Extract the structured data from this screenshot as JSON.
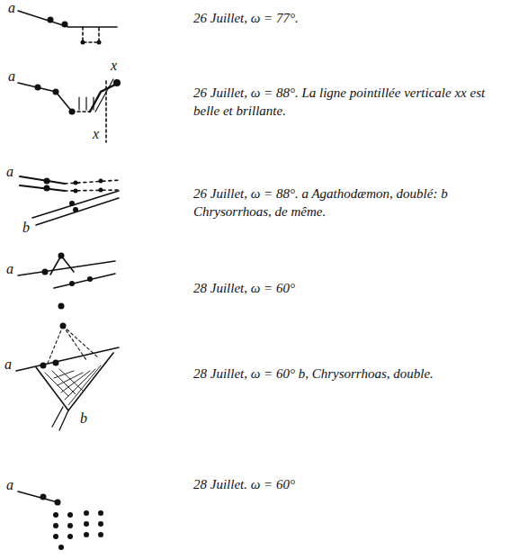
{
  "diagram": {
    "labels": [
      "a",
      "26 Juillet, ω = 77°.",
      "a",
      "x",
      "x",
      "26 Juillet, ω = 88°. La ligne pointillée verticale xx est belle et brillante.",
      "a",
      "b",
      "26 Juillet, ω = 88°. a Agathodæmon, doublé: b Chrysorrhoas, de même.",
      "a",
      "28 Juillet, ω = 60°",
      "a",
      "b",
      "28 Juillet, ω = 60° b, Chrysorrhoas, double.",
      "a",
      "28 Juillet. ω = 60°"
    ]
  }
}
